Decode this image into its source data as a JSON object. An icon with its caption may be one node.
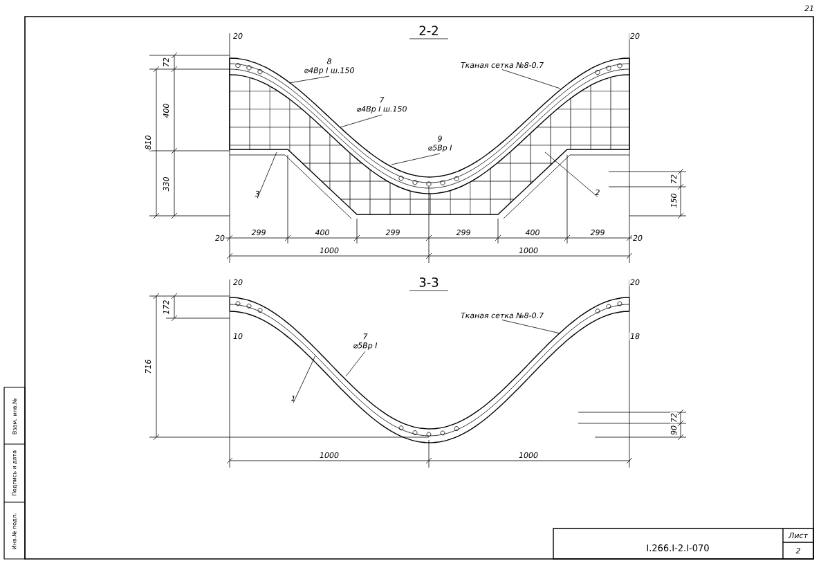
{
  "diagram": {
    "nodes": [
      {
        "text": [
          "8",
          "⌀4Вр I ш.150"
        ]
      },
      {
        "text": [
          "7",
          "⌀4Вр I ш.150"
        ]
      },
      {
        "text": [
          "9",
          "⌀5Вр I"
        ]
      },
      {
        "text": [
          "Тканая сетка №8-0.7"
        ]
      },
      {
        "text": [
          "3"
        ]
      },
      {
        "text": [
          "2"
        ]
      },
      {
        "text": [
          "Тканая сетка №8-0.7"
        ]
      },
      {
        "text": [
          "7",
          "⌀5Вр I"
        ]
      },
      {
        "text": [
          "1"
        ]
      }
    ],
    "edges": [
      {
        "from": 0,
        "to": null,
        "arrow": "none"
      },
      {
        "from": 1,
        "to": null,
        "arrow": "none"
      },
      {
        "from": 2,
        "to": null,
        "arrow": "none"
      },
      {
        "from": 3,
        "to": null,
        "arrow": "none"
      },
      {
        "from": 4,
        "to": null,
        "arrow": "none"
      },
      {
        "from": 5,
        "to": null,
        "arrow": "none"
      },
      {
        "from": 6,
        "to": null,
        "arrow": "none"
      },
      {
        "from": 7,
        "to": null,
        "arrow": "none"
      },
      {
        "from": 8,
        "to": null,
        "arrow": "none"
      }
    ],
    "labels": [
      "21",
      "2-2",
      "20",
      "20",
      "72",
      "400",
      "810",
      "330",
      "72",
      "150",
      "20",
      "299",
      "400",
      "299",
      "299",
      "400",
      "299",
      "20",
      "1000",
      "1000",
      "20",
      "3-3",
      "20",
      "172",
      "10",
      "18",
      "716",
      "72",
      "90",
      "1000",
      "1000",
      "I.266.I-2.I-070",
      "Лист",
      "2",
      "Инв.№ подл.",
      "Подпись и дата",
      "Взам. инв.№"
    ]
  }
}
